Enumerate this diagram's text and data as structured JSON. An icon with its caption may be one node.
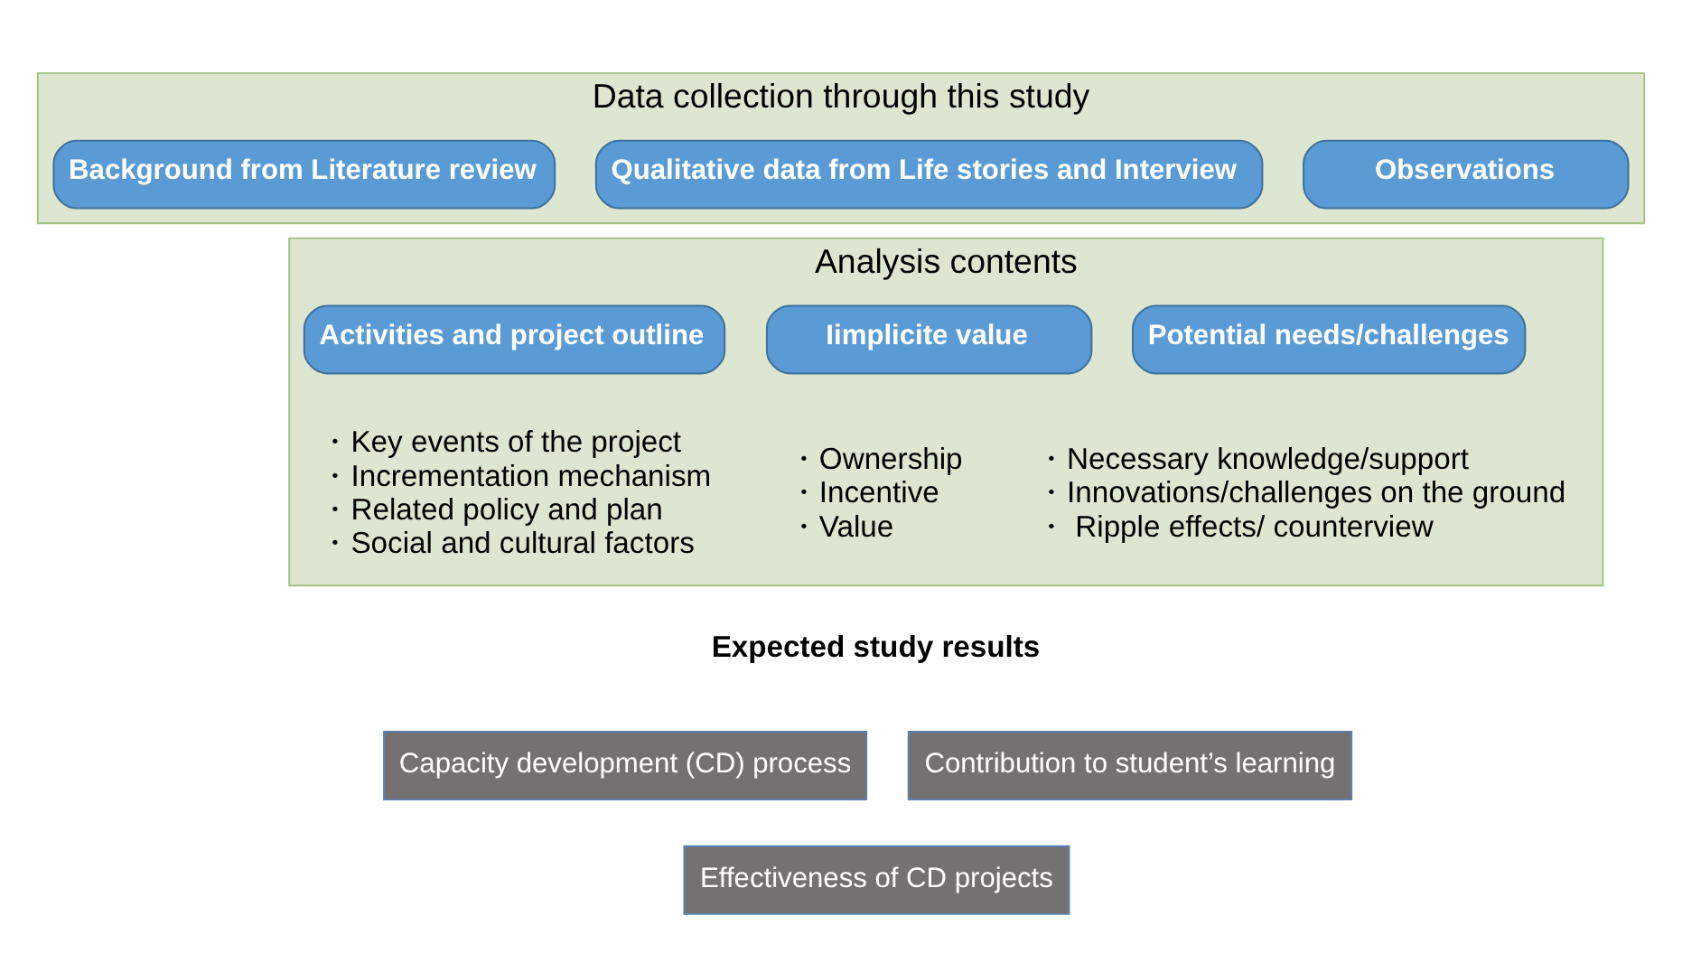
{
  "diagram": {
    "nodes": [
      {
        "text": [
          "Data collection through this study"
        ]
      },
      {
        "text": [
          "Background from Literature review"
        ],
        "in": 0
      },
      {
        "text": [
          "Qualitative data from Life stories and Interview"
        ],
        "in": 0
      },
      {
        "text": [
          "Observations"
        ],
        "in": 0
      },
      {
        "text": [
          "Analysis contents"
        ]
      },
      {
        "text": [
          "Activities and project outline"
        ],
        "in": 4,
        "beside": [
          "・Key events of the project",
          "・Incrementation mechanism",
          "・Related policy and plan",
          "・Social and cultural factors"
        ]
      },
      {
        "text": [
          "Iimplicite value"
        ],
        "in": 4,
        "beside": [
          "・Ownership",
          "・Incentive",
          "・Value"
        ]
      },
      {
        "text": [
          "Potential needs/challenges"
        ],
        "in": 4,
        "beside": [
          "・Necessary knowledge/support",
          "・Innovations/challenges on the ground",
          "・ Ripple effects/ counterview"
        ]
      },
      {
        "text": [
          "Capacity development (CD) process"
        ]
      },
      {
        "text": [
          "Contribution to student’s learning"
        ]
      },
      {
        "text": [
          "Effectiveness of CD projects"
        ]
      }
    ],
    "edges": [],
    "labels": [
      "Expected study results"
    ]
  }
}
